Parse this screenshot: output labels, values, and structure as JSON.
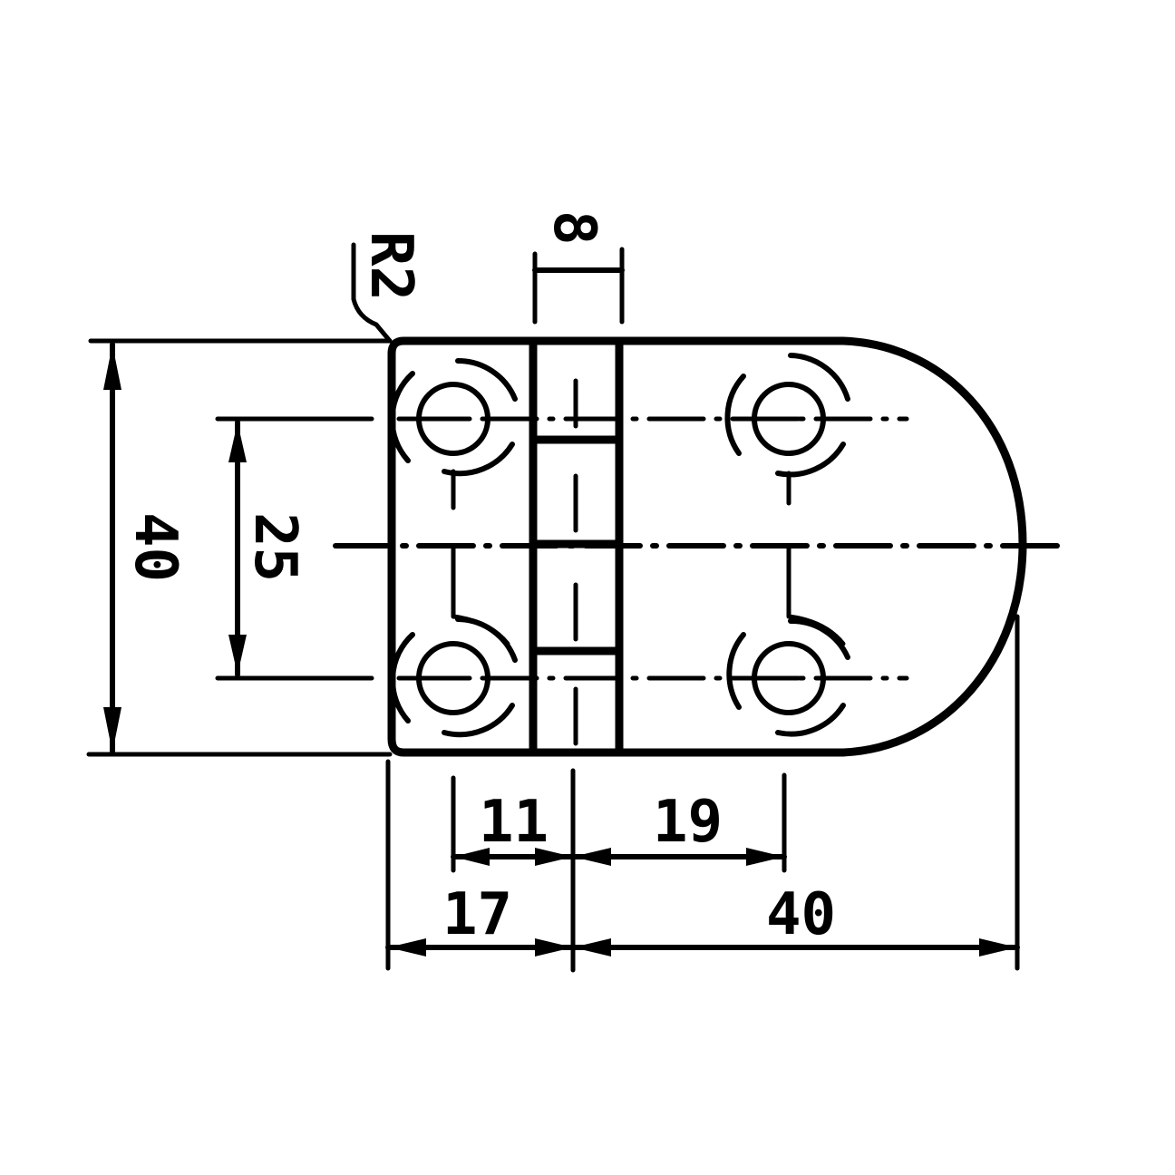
{
  "drawing": {
    "subject": "hinge plate top view",
    "colors": {
      "ink": "#000000",
      "background": "#ffffff"
    },
    "labels": {
      "radius": "R2",
      "knuckle_width": "8",
      "overall_height": "40",
      "hole_spacing_vertical": "25",
      "hole_offset_left": "11",
      "hole_offset_right": "19",
      "left_leaf_width": "17",
      "right_leaf_width": "40"
    }
  }
}
